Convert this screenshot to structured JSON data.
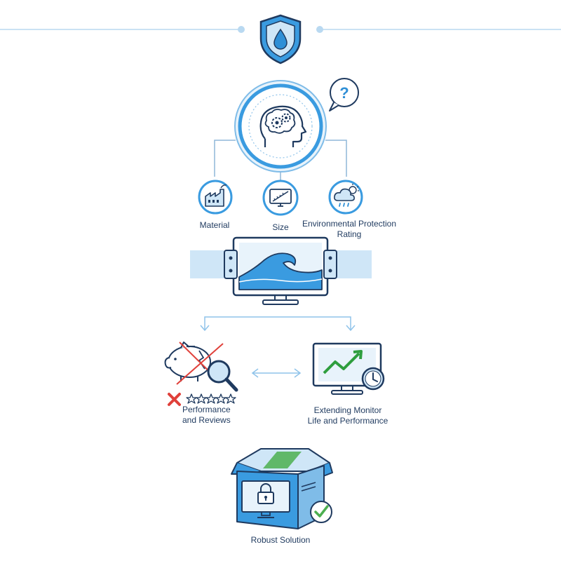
{
  "colors": {
    "navy": "#1f3a5f",
    "accent": "#3a9be0",
    "light_blue": "#cfe6f7",
    "pale_blue": "#e8f3fb",
    "check_green": "#4caf50",
    "cross_red": "#e0403a",
    "trend_green": "#2e9e3e"
  },
  "icons": {
    "header": "shield-water-drop-icon",
    "center": "brain-gears-icon",
    "question": "question-bubble-icon",
    "material": "factory-icon",
    "size": "monitor-ruler-icon",
    "rating": "cloud-rain-sun-icon",
    "waterproof_monitor": "mounted-monitor-wave-icon",
    "reviews": "piggy-bank-magnifier-icon",
    "extending": "monitor-trend-clock-icon",
    "solution": "box-lock-monitor-icon"
  },
  "factors": {
    "material": "Material",
    "size": "Size",
    "rating_line1": "Environmental Protection",
    "rating_line2": "Rating"
  },
  "outcomes": {
    "reviews_line1": "Performance",
    "reviews_line2": "and Reviews",
    "extend_line1": "Extending Monitor",
    "extend_line2": "Life and Performance"
  },
  "solution": {
    "label": "Robust Solution"
  }
}
